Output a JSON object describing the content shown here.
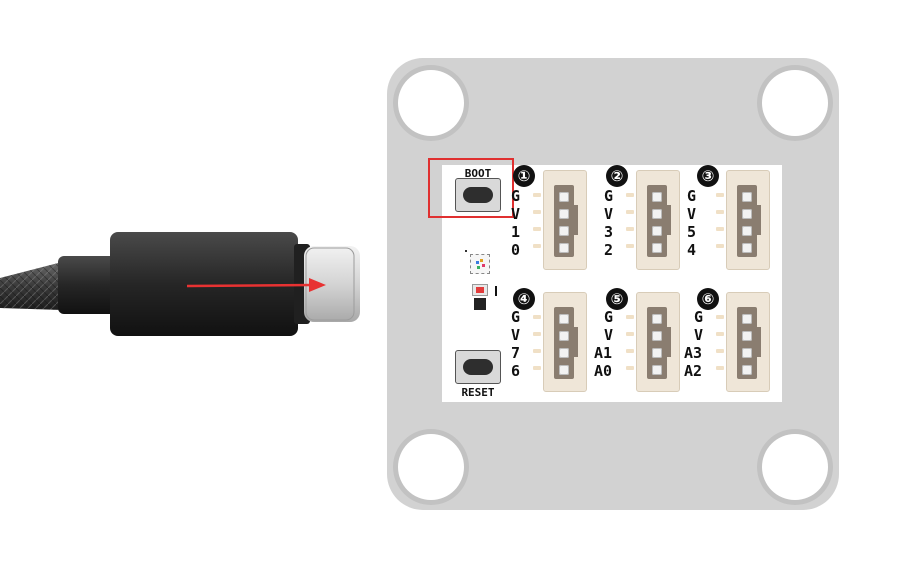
{
  "buttons": {
    "boot_label": "BOOT",
    "reset_label": "RESET"
  },
  "ports": [
    {
      "number": "①",
      "pins": [
        "G",
        "V",
        "1",
        "0"
      ]
    },
    {
      "number": "②",
      "pins": [
        "G",
        "V",
        "3",
        "2"
      ]
    },
    {
      "number": "③",
      "pins": [
        "G",
        "V",
        "5",
        "4"
      ]
    },
    {
      "number": "④",
      "pins": [
        "G",
        "V",
        "7",
        "6"
      ]
    },
    {
      "number": "⑤",
      "pins": [
        "G",
        "V",
        "A1",
        "A0"
      ]
    },
    {
      "number": "⑥",
      "pins": [
        "G",
        "V",
        "A3",
        "A2"
      ]
    }
  ],
  "colors": {
    "board": "#d2d2d2",
    "highlight": "#e03030",
    "arrow": "#e83232",
    "cable_body": "#2a2a2a",
    "usb_plug": "#cfcfcf"
  },
  "icons": {
    "cable": "usb-type-c-cable-icon",
    "arrow": "insert-arrow-icon",
    "led": "rgb-led-icon"
  }
}
